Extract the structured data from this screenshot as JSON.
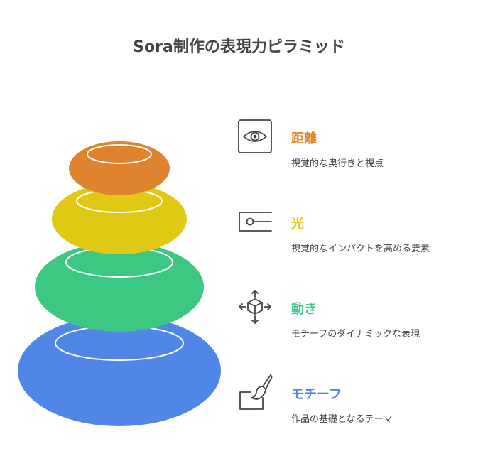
{
  "title": "Sora制作の表現力ピラミッド",
  "levels": [
    {
      "heading": "距離",
      "description": "視覚的な奥行きと視点",
      "color": "#E0832F",
      "icon": "eye-icon"
    },
    {
      "heading": "光",
      "description": "視覚的なインパクトを高める要素",
      "color": "#E0C914",
      "icon": "light-switch-icon"
    },
    {
      "heading": "動き",
      "description": "モチーフのダイナミックな表現",
      "color": "#3CC783",
      "icon": "move-cube-icon"
    },
    {
      "heading": "モチーフ",
      "description": "作品の基礎となるテーマ",
      "color": "#4F86E8",
      "icon": "paint-brush-icon"
    }
  ]
}
